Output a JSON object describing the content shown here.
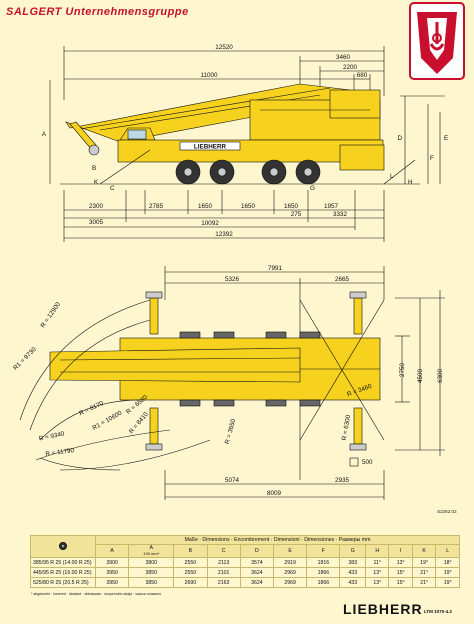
{
  "header": {
    "brand": "SALGERT Unternehmensgruppe"
  },
  "side_view": {
    "dims_top": [
      "12520",
      "11000",
      "3460",
      "2200",
      "680"
    ],
    "dims_bottom": [
      "2300",
      "3005",
      "2785",
      "1650",
      "1650",
      "1650",
      "1957",
      "275",
      "3332",
      "10092",
      "12392"
    ],
    "letters": [
      "A",
      "B",
      "C",
      "D",
      "E",
      "F",
      "G",
      "H",
      "K",
      "L"
    ],
    "cab_text": "LIEBHERR"
  },
  "top_view": {
    "dims_top": [
      "7991",
      "5326",
      "2665"
    ],
    "dims_bottom": [
      "5074",
      "2935",
      "8009"
    ],
    "dims_right": [
      "4500",
      "6300",
      "2750"
    ],
    "radii": [
      "R = 12900",
      "R1 = 9730",
      "R = 8170",
      "R = 6580",
      "R = 9340",
      "R1 = 10600",
      "R = 8410",
      "R = 11790",
      "R = 3460",
      "R = 6300",
      "R = 3650"
    ],
    "outrigger_pad": "500",
    "drawing_code": "S2262.02"
  },
  "table": {
    "top_header": "Maße · Dimensions · Encombrement · Dimensioni · Dimensiones · Размеры mm",
    "sub_header": "100 mm*",
    "columns": [
      "A",
      "A",
      "B",
      "C",
      "D",
      "E",
      "F",
      "G",
      "H",
      "I",
      "K",
      "L"
    ],
    "rows": [
      {
        "label": "385/95 R 25 (14.00 R 25)",
        "cells": [
          "3900",
          "3800",
          "2550",
          "2113",
          "3574",
          "2919",
          "1816",
          "383",
          "11°",
          "13°",
          "19°",
          "18°"
        ]
      },
      {
        "label": "445/95 R 25 (16.00 R 25)",
        "cells": [
          "3950",
          "3850",
          "2550",
          "2101",
          "3624",
          "2969",
          "1866",
          "433",
          "13°",
          "15°",
          "21°",
          "19°"
        ]
      },
      {
        "label": "525/80 R 25 (20.5   R 25)",
        "cells": [
          "3950",
          "3850",
          "2690",
          "2163",
          "3624",
          "2969",
          "1866",
          "433",
          "13°",
          "15°",
          "21°",
          "19°"
        ]
      }
    ],
    "footnote": "* abgesenkt · lowered · abaissé · abbassato · suspensión abajo · шасси осажено"
  },
  "footer": {
    "brand": "LIEBHERR",
    "model": "LTM 1070-4.2"
  },
  "colors": {
    "background": "#fdf6cf",
    "crane_yellow": "#f6d21e",
    "brand_red": "#c8102e",
    "line": "#111111"
  }
}
